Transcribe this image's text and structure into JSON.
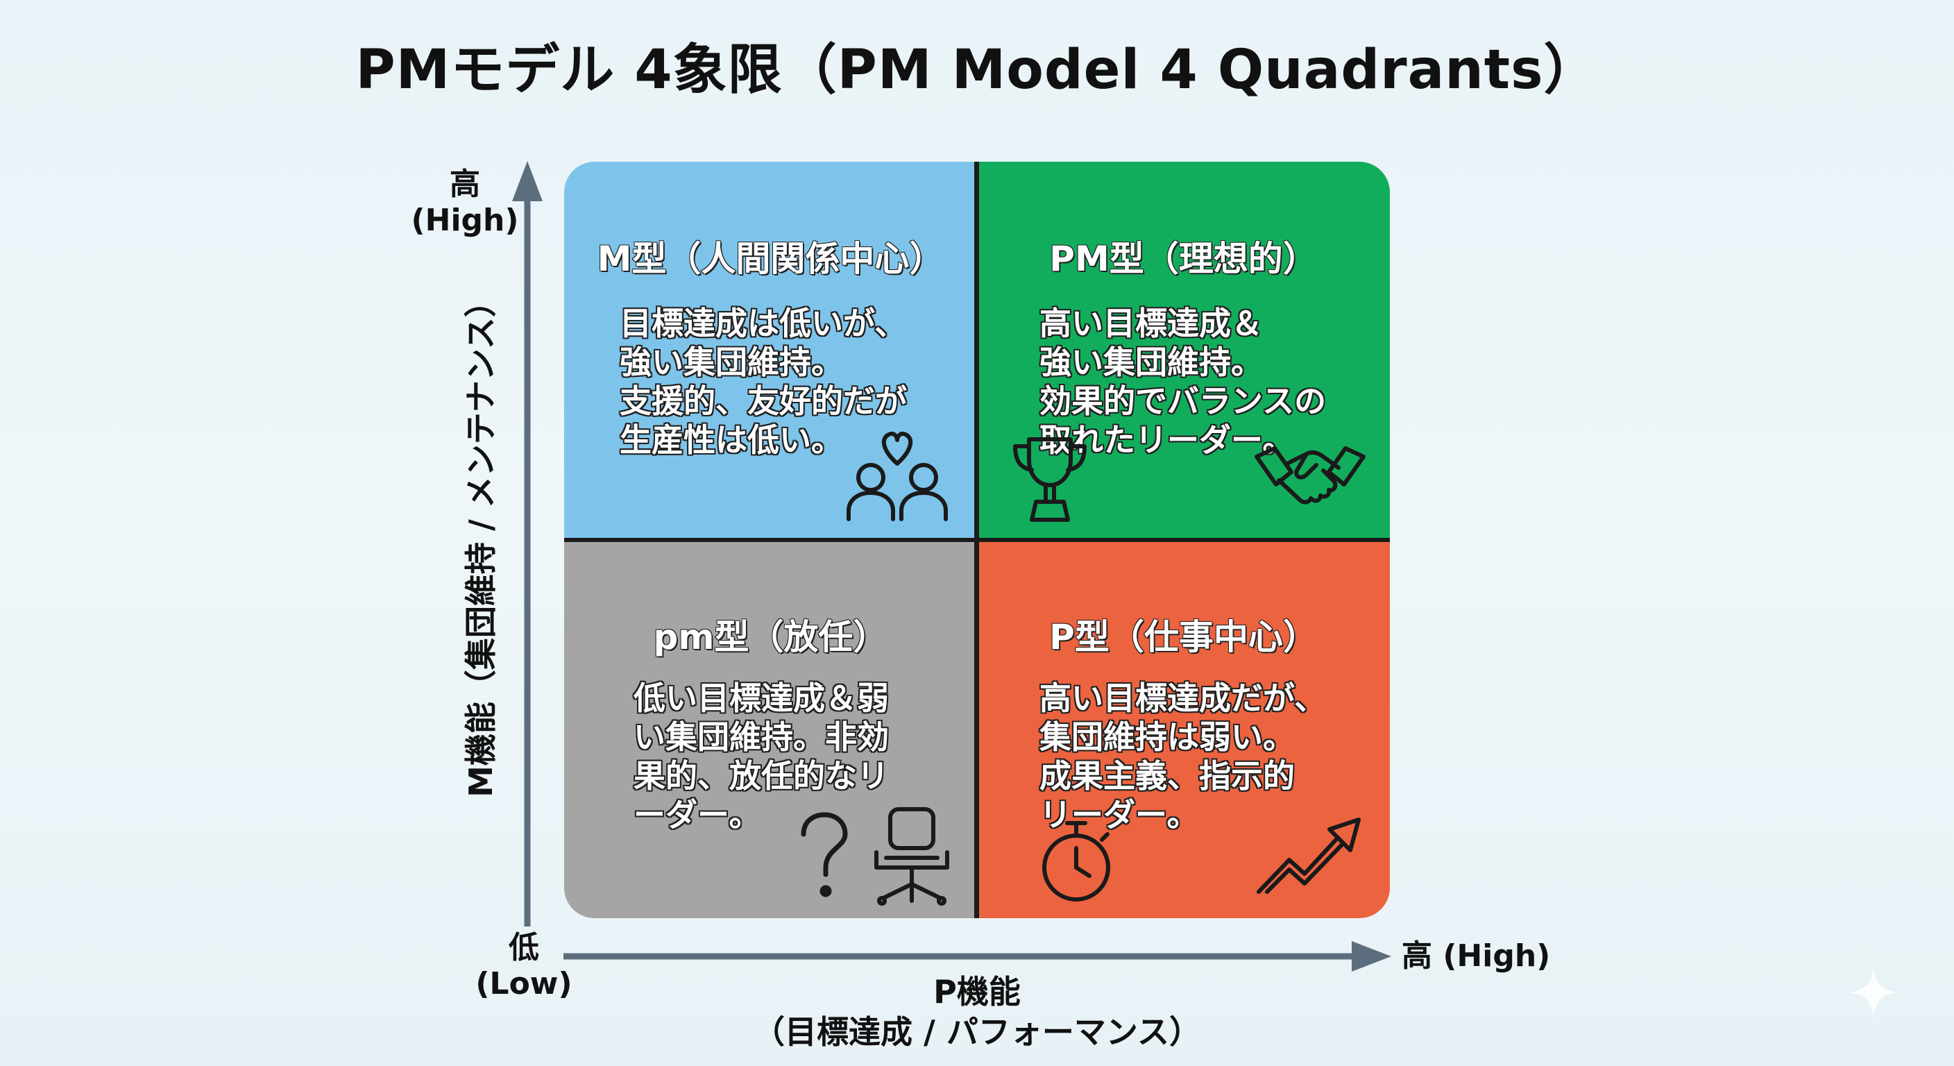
{
  "title": "PMモデル 4象限（PM Model 4 Quadrants）",
  "y_axis": {
    "title": "M機能（集団維持 / メンテナンス）",
    "high_jp": "高",
    "high_en": "(High)"
  },
  "x_axis": {
    "title_line1": "P機能",
    "title_line2": "（目標達成 / パフォーマンス）",
    "high_label": "高 (High)"
  },
  "origin": {
    "low_jp": "低",
    "low_en": "(Low)"
  },
  "quadrants": {
    "m": {
      "title": "M型（人間関係中心）",
      "lines": [
        "目標達成は低いが、",
        "強い集団維持。",
        "支援的、友好的だが",
        "生産性は低い。"
      ],
      "color": "#7ec4ea",
      "icons": [
        "people-heart-icon"
      ]
    },
    "pm": {
      "title": "PM型（理想的）",
      "lines": [
        "高い目標達成＆",
        "強い集団維持。",
        "効果的でバランスの",
        "取れたリーダー。"
      ],
      "color": "#12ad5c",
      "icons": [
        "trophy-icon",
        "handshake-icon"
      ]
    },
    "low": {
      "title": "pm型（放任）",
      "lines": [
        "低い目標達成＆弱",
        "い集団維持。非効",
        "果的、放任的なリ",
        "ーダー。"
      ],
      "color": "#a5a5a5",
      "icons": [
        "question-mark-icon",
        "office-chair-icon"
      ]
    },
    "p": {
      "title": "P型（仕事中心）",
      "lines": [
        "高い目標達成だが、",
        "集団維持は弱い。",
        "成果主義、指示的",
        "リーダー。"
      ],
      "color": "#ec6340",
      "icons": [
        "stopwatch-icon",
        "trend-arrow-icon"
      ]
    }
  },
  "colors": {
    "axis": "#5c6e7e",
    "divider": "#1b1b1b"
  }
}
